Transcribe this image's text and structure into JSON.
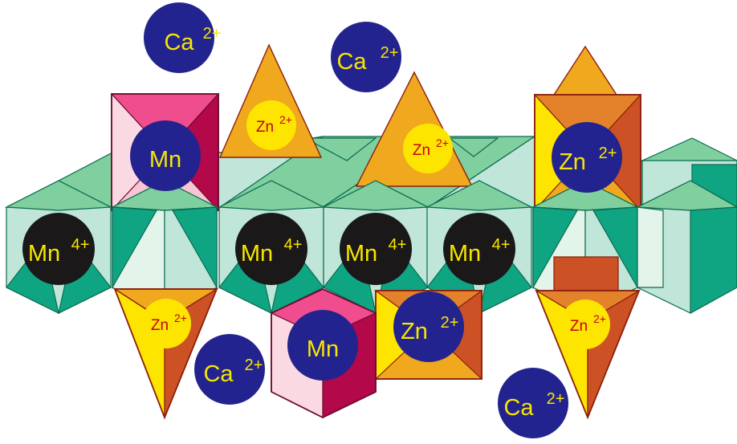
{
  "colors": {
    "sheet_light": "#bfe6d8",
    "sheet_mid": "#7fcf9f",
    "sheet_dark": "#0fa583",
    "sheet_pale": "#e3f5ea",
    "sheet_edge": "#0a6b4f",
    "zn_orange": "#f0a81e",
    "zn_dark_orange": "#cc5225",
    "zn_yellow": "#fde500",
    "zn_edge": "#8b1f0e",
    "mn_pink": "#f7c5d3",
    "mn_hot_pink": "#f04d8f",
    "mn_crimson": "#b3084a",
    "mn_edge": "#6d0b2e",
    "navy": "#23238f",
    "black_ion": "#1a1818",
    "yellow_text": "#f7e600",
    "red_text": "#c3001e"
  },
  "labels": {
    "ca": "Ca",
    "ca_charge": "2+",
    "zn": "Zn",
    "zn_charge": "2+",
    "mn": "Mn",
    "mn4": "Mn",
    "mn4_charge": "4+"
  }
}
